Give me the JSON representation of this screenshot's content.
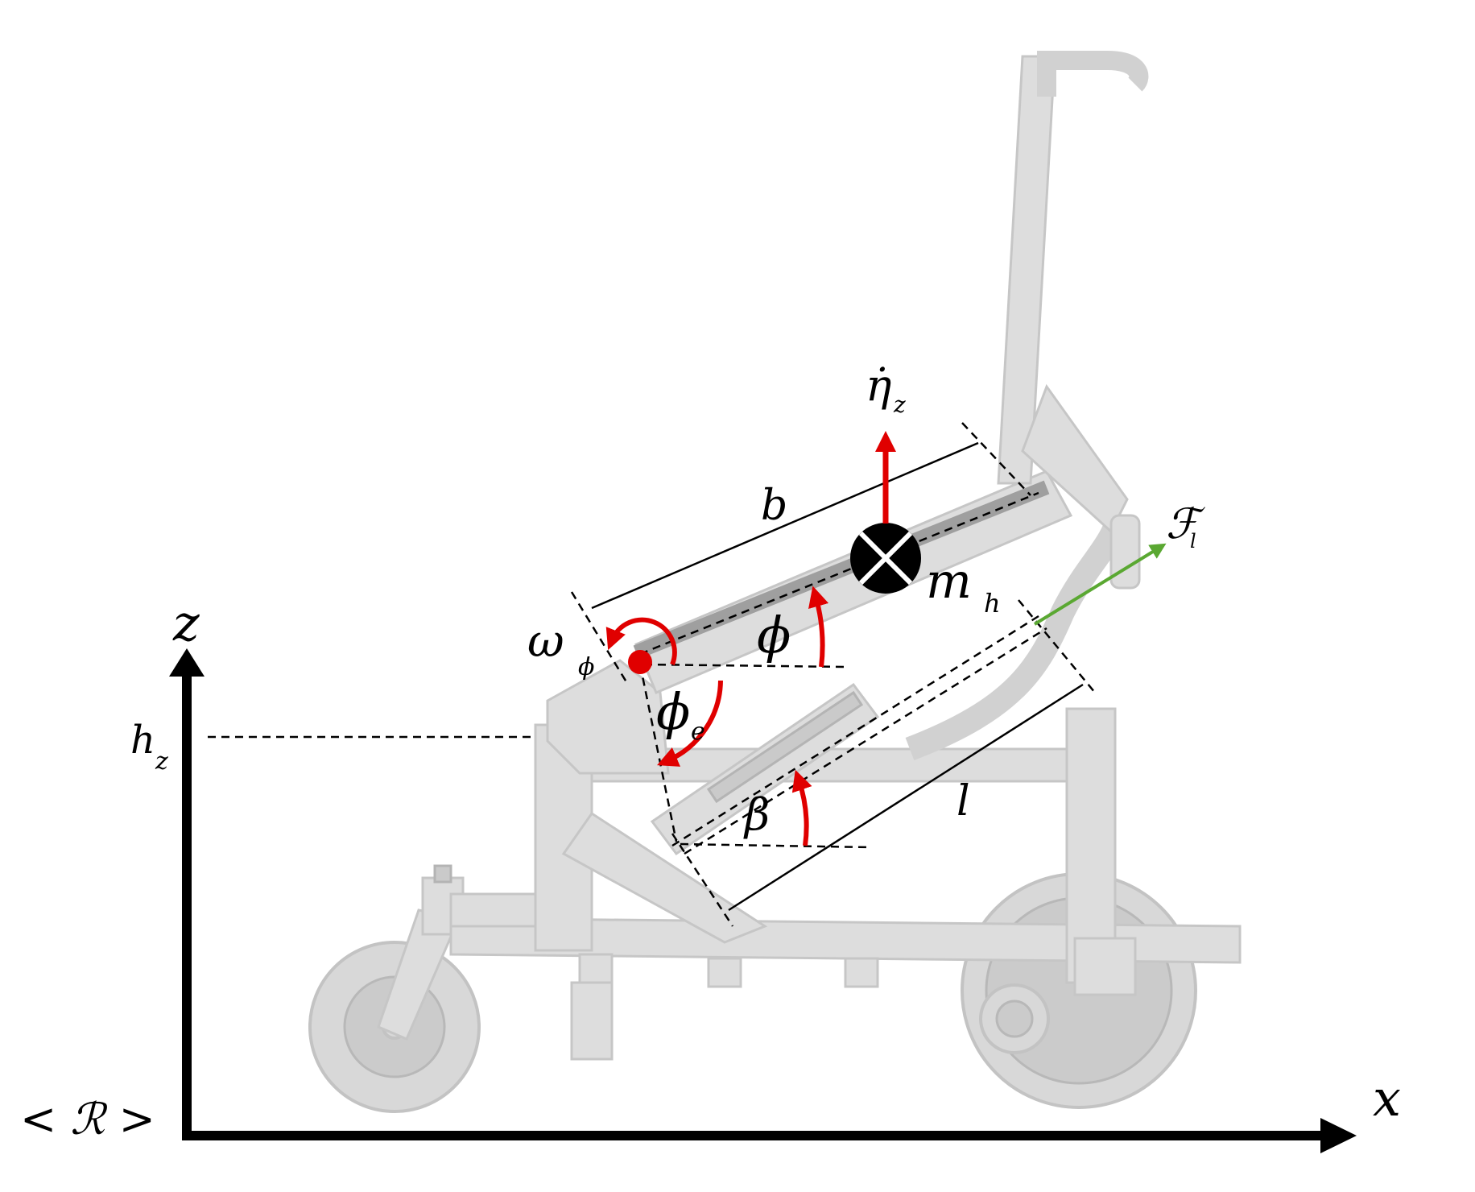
{
  "frame_label": "< ℛ >",
  "axes": {
    "z_label": "z",
    "x_label": "x"
  },
  "labels": {
    "eta_z": "η̇",
    "eta_z_sub": "z",
    "b": "b",
    "F_l": "ℱ",
    "F_l_sub": "l",
    "m_h": "m",
    "m_h_sub": "h",
    "omega": "ω",
    "omega_sub": "ϕ",
    "phi": "ϕ",
    "phi_e": "ϕ",
    "phi_e_sub": "e",
    "h_z": "h",
    "h_z_sub": "z",
    "l": "l",
    "beta": "β"
  },
  "colors": {
    "axis": "#000000",
    "torque": "#e00000",
    "force": "#5aa832",
    "mass": "#000000",
    "chassis": "#dcdcdc"
  },
  "icons": {
    "mass": "cross-in-circle-icon",
    "pivot": "pivot-dot-icon"
  }
}
